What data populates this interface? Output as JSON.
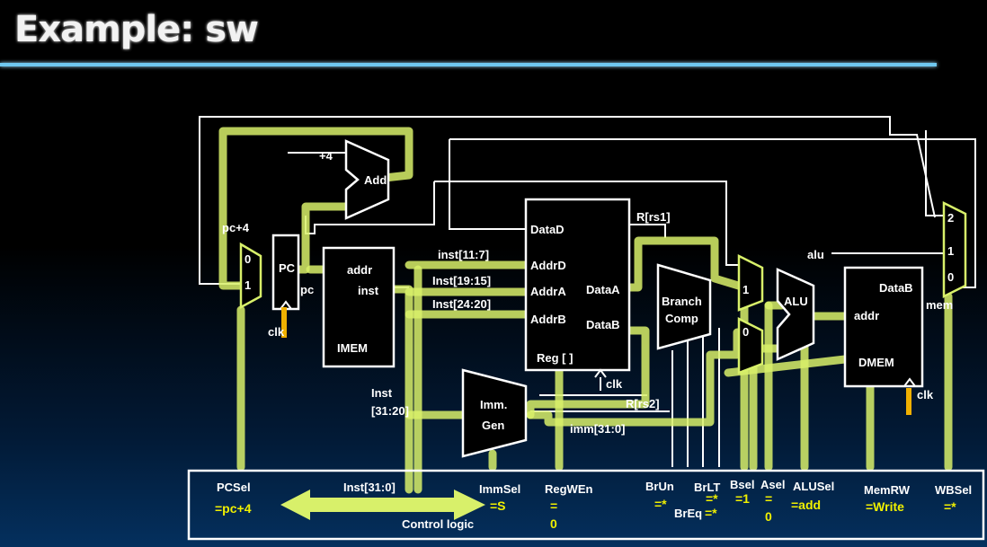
{
  "title": "Example: sw",
  "blocks": {
    "pc": "PC",
    "add": "Add",
    "plus4": "+4",
    "imem": "IMEM",
    "imem_addr": "addr",
    "imem_inst": "inst",
    "reg": "Reg [ ]",
    "datad": "DataD",
    "addrd": "AddrD",
    "addra": "AddrA",
    "addrb": "AddrB",
    "dataa": "DataA",
    "datab": "DataB",
    "branch1": "Branch",
    "branch2": "Comp",
    "alu": "ALU",
    "immgen1": "Imm.",
    "immgen2": "Gen",
    "dmem": "DMEM",
    "dmem_addr": "addr",
    "dmem_datab": "DataB",
    "clk": "clk"
  },
  "wires": {
    "pc_plus4": "pc+4",
    "pc": "pc",
    "inst_11_7": "inst[11:7]",
    "inst_19_15": "Inst[19:15]",
    "inst_24_20": "Inst[24:20]",
    "inst_31_20_a": "Inst",
    "inst_31_20_b": "[31:20]",
    "rs1": "R[rs1]",
    "rs2": "R[rs2]",
    "imm": "imm[31:0]",
    "alu": "alu",
    "mem": "mem",
    "mux_0": "0",
    "mux_1": "1",
    "mux_2": "2"
  },
  "control": {
    "label": "Control logic",
    "inst": "Inst[31:0]",
    "signals": [
      {
        "name": "PCSel",
        "value": "=pc+4"
      },
      {
        "name": "ImmSel",
        "value": "=S"
      },
      {
        "name": "RegWEn",
        "value": "="
      },
      {
        "name": "RegWEn_v2",
        "value": "0"
      },
      {
        "name": "BrUn",
        "value": "=*"
      },
      {
        "name": "BrLT",
        "value": "=*"
      },
      {
        "name": "BrEq",
        "value": "=*"
      },
      {
        "name": "Bsel",
        "value": "=1"
      },
      {
        "name": "Asel",
        "value": "="
      },
      {
        "name": "Asel_v2",
        "value": "0"
      },
      {
        "name": "ALUSel",
        "value": "=add"
      },
      {
        "name": "MemRW",
        "value": "=Write"
      },
      {
        "name": "WBSel",
        "value": "=*"
      }
    ]
  },
  "colors": {
    "highlight": "#d8f06a",
    "value_text": "#f0f000",
    "clock": "#f0b000",
    "rule": "#6fc8f0"
  }
}
